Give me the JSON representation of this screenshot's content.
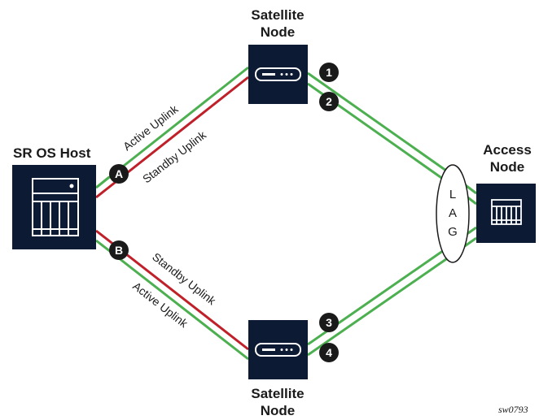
{
  "nodes": {
    "host": {
      "title": "SR OS Host"
    },
    "satellite_top": {
      "title_line1": "Satellite",
      "title_line2": "Node"
    },
    "satellite_bottom": {
      "title_line1": "Satellite",
      "title_line2": "Node"
    },
    "access": {
      "title_line1": "Access",
      "title_line2": "Node"
    }
  },
  "uplinks": {
    "top_active": "Active Uplink",
    "top_standby": "Standby Uplink",
    "bottom_standby": "Standby Uplink",
    "bottom_active": "Active Uplink"
  },
  "ports": {
    "host_a": "A",
    "host_b": "B",
    "sat_top_1": "1",
    "sat_top_2": "2",
    "sat_bottom_3": "3",
    "sat_bottom_4": "4"
  },
  "lag": {
    "letters": [
      "L",
      "A",
      "G"
    ]
  },
  "figure_ref": "sw0793",
  "colors": {
    "node_fill": "#0d1a33",
    "active_link": "#4caf50",
    "standby_link": "#c0202a",
    "badge": "#1a1a1a"
  }
}
